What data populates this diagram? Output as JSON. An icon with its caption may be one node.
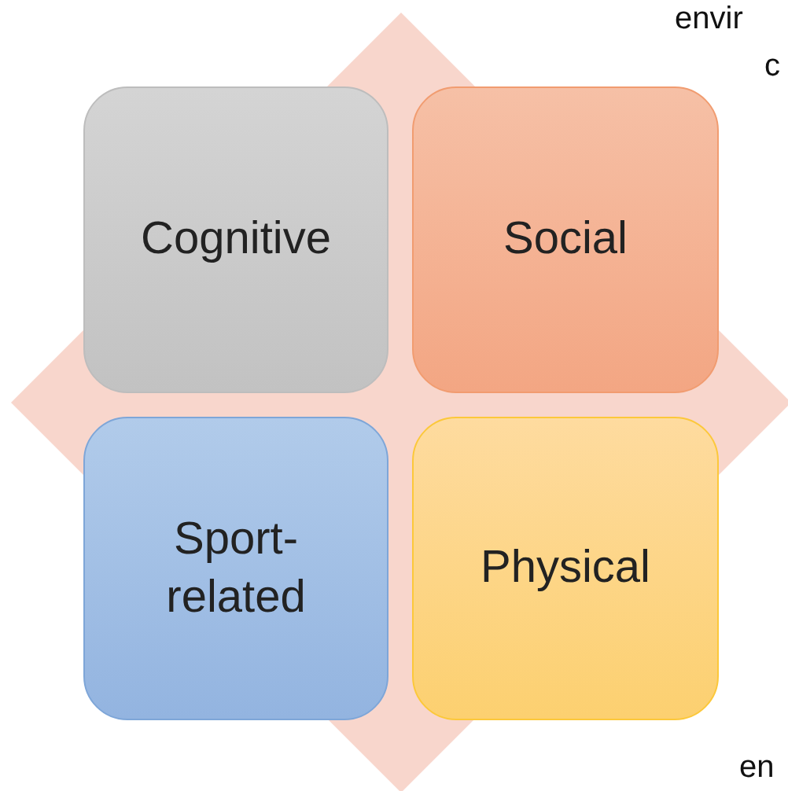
{
  "diagram": {
    "nodes": [
      {
        "text": [
          "Cognitive"
        ]
      },
      {
        "text": [
          "Social"
        ]
      },
      {
        "text": [
          "Sport-related"
        ]
      },
      {
        "text": [
          "Physical"
        ]
      }
    ],
    "edges": [],
    "labels": [
      "envir",
      "c",
      "en"
    ]
  }
}
